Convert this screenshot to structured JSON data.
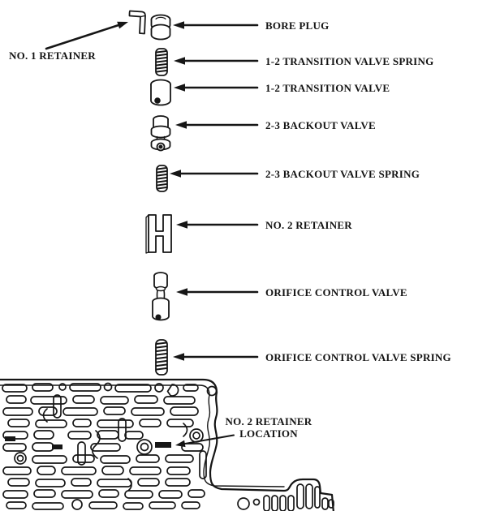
{
  "figure": {
    "type": "exploded-parts-diagram",
    "subject": "transmission valve body components",
    "ink_color": "#161616",
    "paper_color": "#ffffff"
  },
  "callouts": [
    {
      "id": "no1-retainer",
      "label": "NO. 1 RETAINER"
    },
    {
      "id": "bore-plug",
      "label": "BORE PLUG"
    },
    {
      "id": "transition-valve-spring-1-2",
      "label": "1-2 TRANSITION VALVE SPRING"
    },
    {
      "id": "transition-valve-1-2",
      "label": "1-2 TRANSITION VALVE"
    },
    {
      "id": "backout-valve-2-3",
      "label": "2-3 BACKOUT VALVE"
    },
    {
      "id": "backout-valve-spring-2-3",
      "label": "2-3 BACKOUT VALVE SPRING"
    },
    {
      "id": "no2-retainer",
      "label": "NO. 2 RETAINER"
    },
    {
      "id": "orifice-control-valve",
      "label": "ORIFICE CONTROL VALVE"
    },
    {
      "id": "orifice-control-valve-spring",
      "label": "ORIFICE CONTROL VALVE SPRING"
    },
    {
      "id": "no2-retainer-location",
      "line1": "NO. 2 RETAINER",
      "line2": "LOCATION"
    }
  ]
}
